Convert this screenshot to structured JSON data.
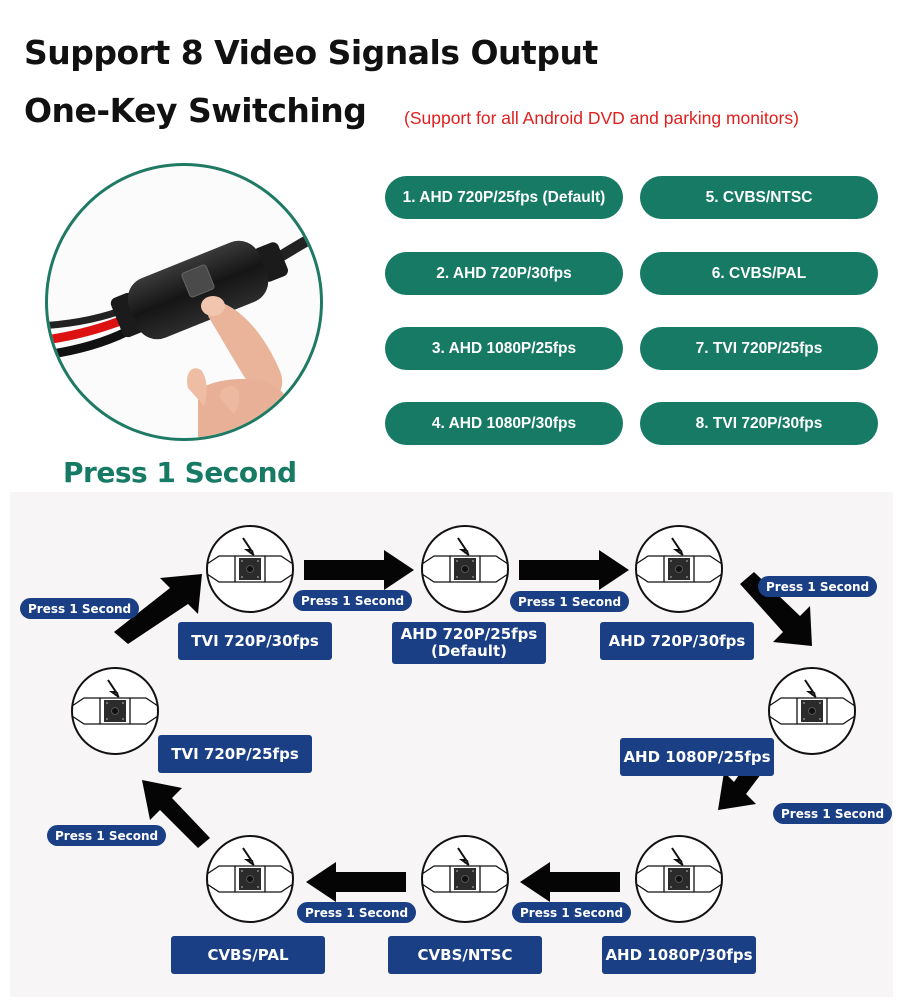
{
  "header": {
    "title_line1": "Support 8 Video Signals Output",
    "title_line2": "One-Key Switching",
    "note": "(Support for all Android DVD and parking monitors)"
  },
  "signals": [
    "1. AHD 720P/25fps (Default)",
    "2. AHD 720P/30fps",
    "3. AHD 1080P/25fps",
    "4. AHD 1080P/30fps",
    "5. CVBS/NTSC",
    "6. CVBS/PAL",
    "7. TVI 720P/25fps",
    "8. TVI 720P/30fps"
  ],
  "press_caption": "Press 1 Second",
  "flow": {
    "press_label": "Press 1 Second",
    "modes": [
      "TVI 720P/30fps",
      "AHD 720P/25fps\n(Default)",
      "AHD 720P/30fps",
      "TVI 720P/25fps",
      "AHD 1080P/25fps",
      "CVBS/PAL",
      "CVBS/NTSC",
      "AHD 1080P/30fps"
    ]
  },
  "colors": {
    "pill_green": "#167a64",
    "label_navy": "#1a3f85",
    "note_red": "#e0201e"
  }
}
